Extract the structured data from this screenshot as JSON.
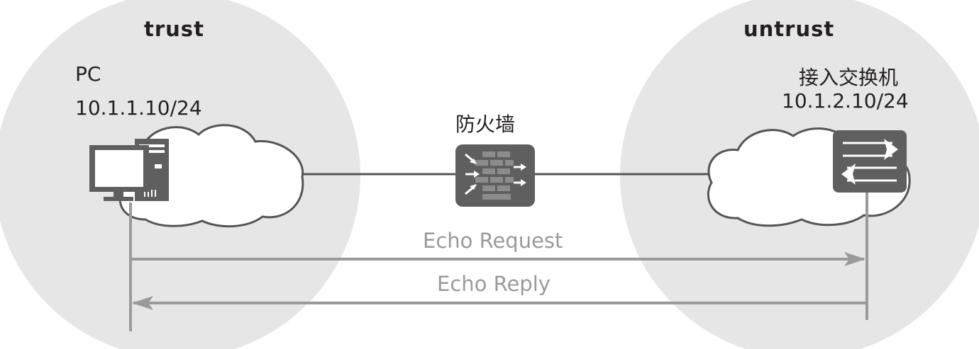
{
  "zones": {
    "trust": {
      "label": "trust"
    },
    "untrust": {
      "label": "untrust"
    }
  },
  "nodes": {
    "pc": {
      "name": "PC",
      "ip": "10.1.1.10/24",
      "icon": "pc-icon"
    },
    "firewall": {
      "name": "防火墙",
      "icon": "firewall-icon"
    },
    "switch": {
      "name": "接入交换机",
      "ip": "10.1.2.10/24",
      "icon": "switch-icon"
    }
  },
  "messages": {
    "request": {
      "label": "Echo Request",
      "direction": "pc-to-switch"
    },
    "reply": {
      "label": "Echo Reply",
      "direction": "switch-to-pc"
    }
  },
  "colors": {
    "zone_fill": "#e6e6e6",
    "cloud_fill": "#ffffff",
    "cloud_stroke": "#555555",
    "device_fill": "#5f5f5f",
    "arrow_gray": "#9a9a9a",
    "line_dark": "#555555"
  }
}
